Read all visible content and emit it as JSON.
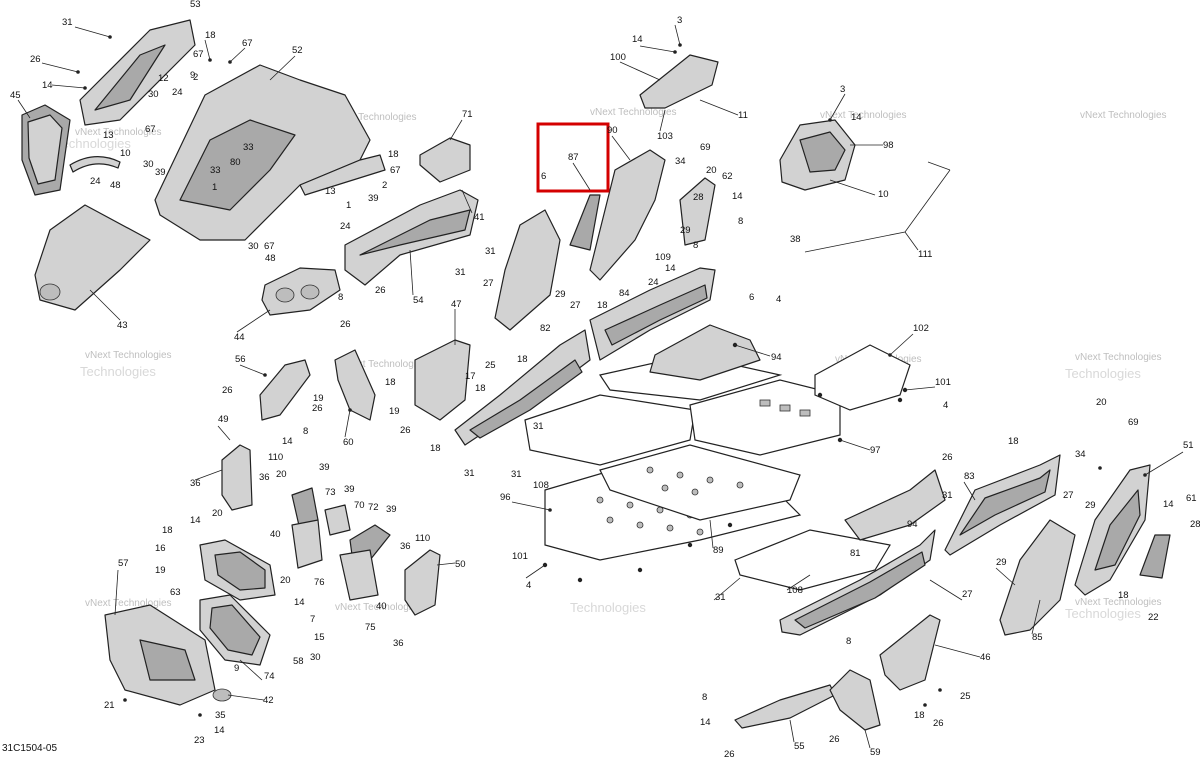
{
  "diagram": {
    "reference_code": "31C1504-05",
    "watermark_lines": [
      "vNext Technologies",
      "Technologies"
    ],
    "highlight_color": "#d40000",
    "highlighted_callout": "87",
    "callouts": [
      "53",
      "31",
      "18",
      "67",
      "26",
      "14",
      "52",
      "45",
      "12",
      "9",
      "30",
      "24",
      "67",
      "2",
      "13",
      "10",
      "30",
      "67",
      "39",
      "48",
      "24",
      "1",
      "33",
      "80",
      "33",
      "18",
      "67",
      "2",
      "39",
      "13",
      "1",
      "24",
      "30",
      "67",
      "48",
      "43",
      "41",
      "71",
      "54",
      "31",
      "44",
      "26",
      "8",
      "3",
      "14",
      "100",
      "103",
      "11",
      "6",
      "87",
      "90",
      "34",
      "69",
      "62",
      "20",
      "28",
      "14",
      "8",
      "29",
      "8",
      "109",
      "14",
      "27",
      "24",
      "18",
      "27",
      "29",
      "18",
      "84",
      "82",
      "3",
      "14",
      "98",
      "10",
      "38",
      "111",
      "47",
      "25",
      "17",
      "18",
      "6",
      "4",
      "94",
      "102",
      "101",
      "4",
      "56",
      "26",
      "14",
      "8",
      "26",
      "19",
      "26",
      "60",
      "18",
      "26",
      "19",
      "18",
      "31",
      "31",
      "97",
      "31",
      "108",
      "89",
      "96",
      "101",
      "4",
      "49",
      "36",
      "20",
      "110",
      "36",
      "39",
      "73",
      "39",
      "70",
      "72",
      "39",
      "40",
      "18",
      "16",
      "19",
      "20",
      "14",
      "63",
      "36",
      "110",
      "76",
      "20",
      "40",
      "50",
      "14",
      "57",
      "7",
      "15",
      "75",
      "30",
      "74",
      "58",
      "9",
      "42",
      "21",
      "35",
      "14",
      "23",
      "36",
      "26",
      "18",
      "83",
      "27",
      "20",
      "69",
      "51",
      "34",
      "29",
      "14",
      "61",
      "28",
      "29",
      "94",
      "81",
      "31",
      "27",
      "108",
      "31",
      "85",
      "18",
      "22",
      "8",
      "46",
      "25",
      "18",
      "26",
      "8",
      "14",
      "55",
      "26",
      "59",
      "26",
      "31"
    ]
  }
}
